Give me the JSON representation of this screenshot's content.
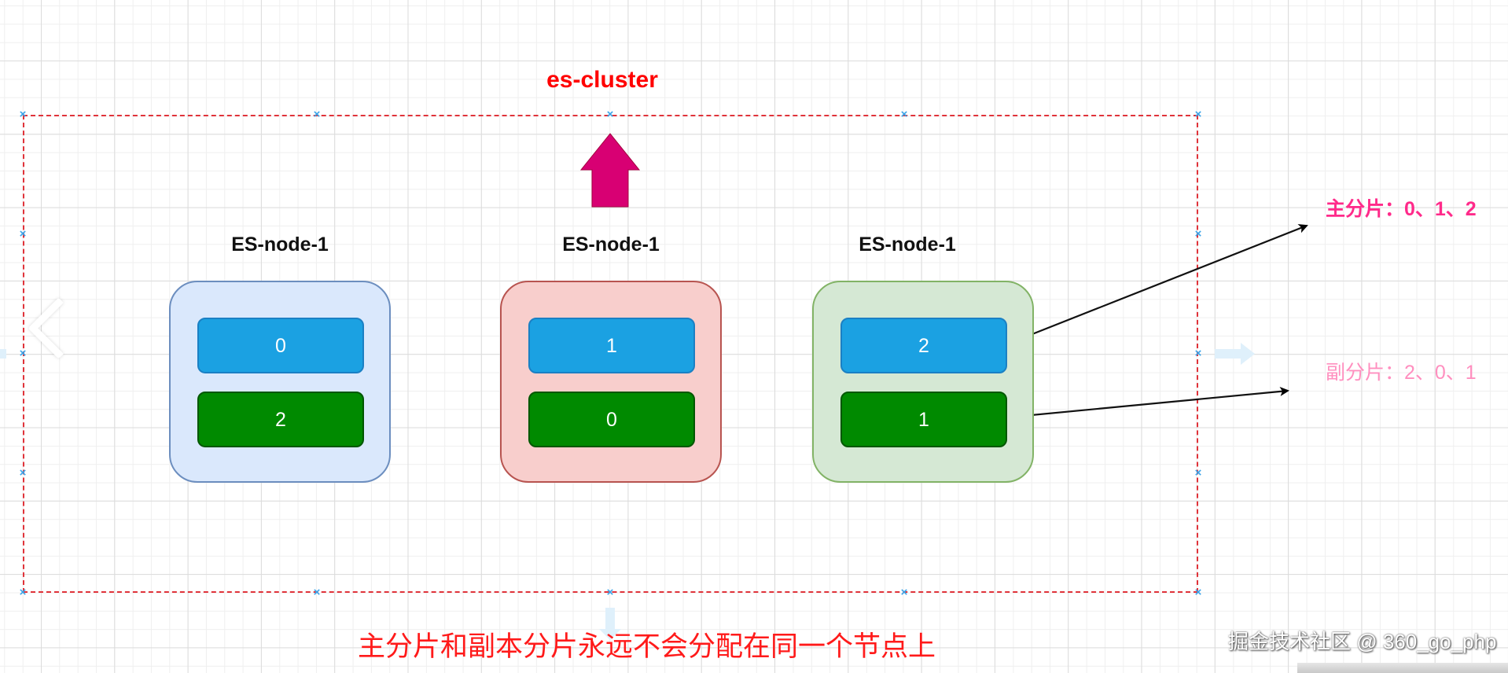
{
  "cluster": {
    "title": "es-cluster",
    "handle_glyph": "×"
  },
  "nodes": [
    {
      "label": "ES-node-1",
      "theme": "blue",
      "primary_shard": "0",
      "replica_shard": "2"
    },
    {
      "label": "ES-node-1",
      "theme": "red",
      "primary_shard": "1",
      "replica_shard": "0"
    },
    {
      "label": "ES-node-1",
      "theme": "green",
      "primary_shard": "2",
      "replica_shard": "1"
    }
  ],
  "legend": {
    "primary": "主分片：0、1、2",
    "replica": "副分片：2、0、1"
  },
  "footer_note": "主分片和副本分片永远不会分配在同一个节点上",
  "watermark": "掘金技术社区 @ 360_go_php",
  "colors": {
    "cluster_title": "#ff0000",
    "frame_dash": "#e0333a",
    "handle": "#3aa3e8",
    "primary_shard": "#1ba1e2",
    "replica_shard": "#008a00",
    "up_arrow": "#d80073",
    "legend_primary": "#ff2a8a",
    "legend_replica": "#ff8fbf",
    "footer_note": "#ff1a1a"
  }
}
